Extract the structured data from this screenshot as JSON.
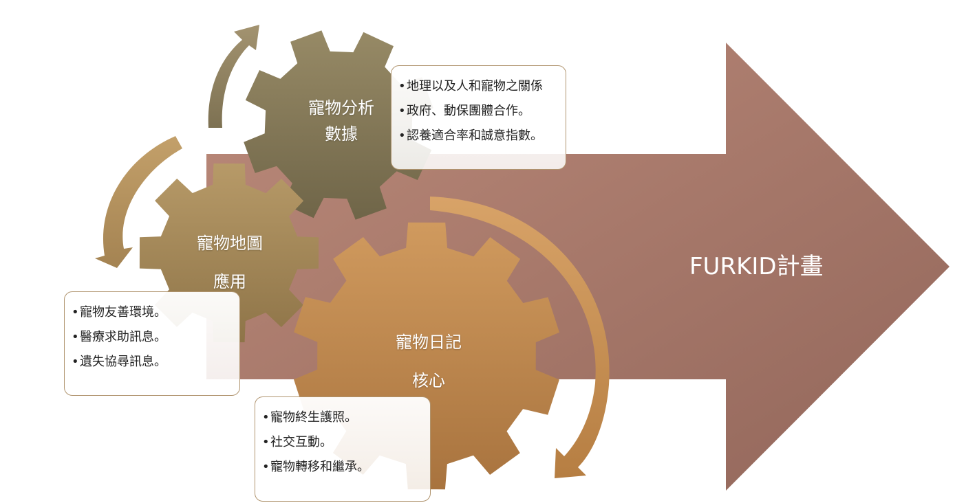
{
  "main_arrow": {
    "label": "FURKID計畫"
  },
  "gears": {
    "analysis": {
      "line1": "寵物分析",
      "line2": "數據"
    },
    "map": {
      "line1": "寵物地圖",
      "line2": "應用"
    },
    "diary": {
      "line1": "寵物日記",
      "line2": "核心"
    }
  },
  "boxes": {
    "analysis": {
      "items": [
        "地理以及人和寵物之關係",
        "政府、動保團體合作。",
        "認養適合率和誠意指數。"
      ]
    },
    "map": {
      "items": [
        "寵物友善環境。",
        "醫療求助訊息。",
        "遺失協尋訊息。"
      ]
    },
    "diary": {
      "items": [
        "寵物終生護照。",
        "社交互動。",
        "寵物轉移和繼承。"
      ]
    }
  },
  "colors": {
    "arrow": "#a97669",
    "arrow_dark": "#8c5e53",
    "gear_analysis": "#837759",
    "gear_map": "#a98c5e",
    "gear_diary": "#c48f55",
    "curved_arrow_top": "#8e805f",
    "curved_arrow_left": "#b4935f",
    "curved_arrow_right": "#cb9452",
    "box_border": "#b0946e"
  }
}
